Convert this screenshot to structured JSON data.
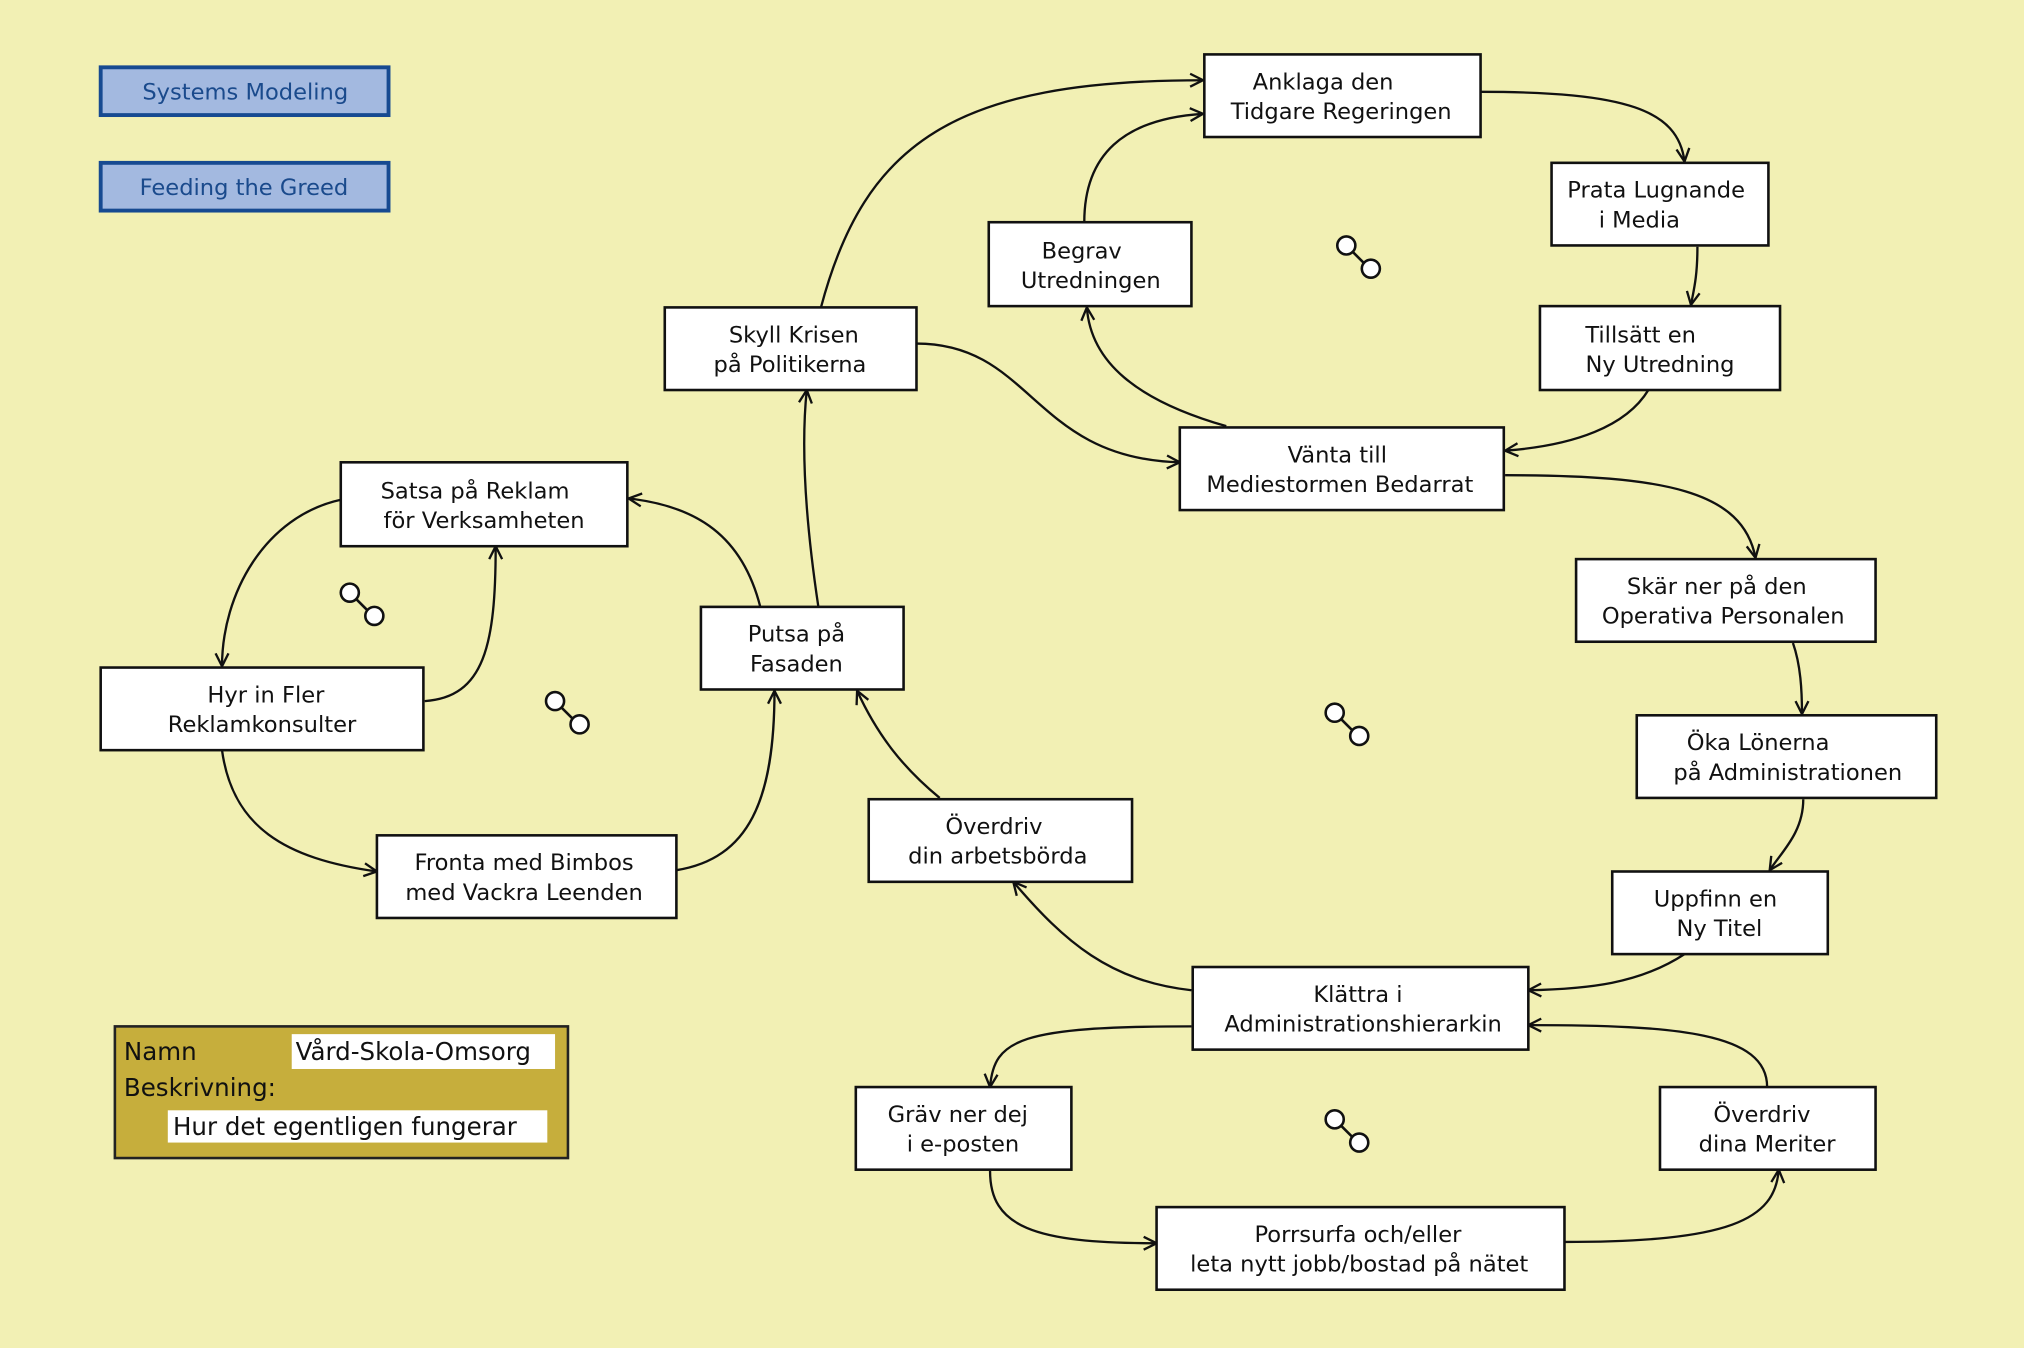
{
  "buttons": {
    "systems_modeling": "Systems Modeling",
    "feeding_the_greed": "Feeding the Greed"
  },
  "legend": {
    "name_label": "Namn",
    "name_value": "Vård-Skola-Omsorg",
    "description_label": "Beskrivning:",
    "description_value": "Hur det egentligen fungerar"
  },
  "colors": {
    "background": "#f2f0b4",
    "button_fill": "#a3b9e0",
    "button_border": "#174a91",
    "legend_fill": "#c6ae3c"
  },
  "nodes": {
    "anklaga": {
      "line1": "Anklaga den",
      "line2": "Tidgare Regeringen"
    },
    "prata": {
      "line1": "Prata Lugnande",
      "line2": "i Media"
    },
    "begrav": {
      "line1": "Begrav",
      "line2": "Utredningen"
    },
    "tillsatt": {
      "line1": "Tillsätt en",
      "line2": "Ny Utredning"
    },
    "skyll": {
      "line1": "Skyll Krisen",
      "line2": "på Politikerna"
    },
    "vanta": {
      "line1": "Vänta till",
      "line2": "Mediestormen Bedarrat"
    },
    "satsa": {
      "line1": "Satsa på Reklam",
      "line2": "för Verksamheten"
    },
    "skar": {
      "line1": "Skär ner på den",
      "line2": "Operativa Personalen"
    },
    "putsa": {
      "line1": "Putsa på",
      "line2": "Fasaden"
    },
    "hyr": {
      "line1": "Hyr in Fler",
      "line2": "Reklamkonsulter"
    },
    "oka": {
      "line1": "Öka Lönerna",
      "line2": "på Administrationen"
    },
    "overdriv_arb": {
      "line1": "Överdriv",
      "line2": "din arbetsbörda"
    },
    "fronta": {
      "line1": "Fronta med Bimbos",
      "line2": "med Vackra Leenden"
    },
    "uppfinn": {
      "line1": "Uppfinn en",
      "line2": "Ny Titel"
    },
    "klattra": {
      "line1": "Klättra  i",
      "line2": "Administrationshierarkin"
    },
    "grav": {
      "line1": "Gräv ner dej",
      "line2": "i e-posten"
    },
    "overdriv_mer": {
      "line1": "Överdriv",
      "line2": "dina Meriter"
    },
    "porr": {
      "line1": "Porrsurfa och/eller",
      "line2": "leta nytt jobb/bostad på nätet"
    }
  },
  "icons": {
    "loop_marker": "loop-marker-icon",
    "arrowhead": "open-arrowhead"
  }
}
